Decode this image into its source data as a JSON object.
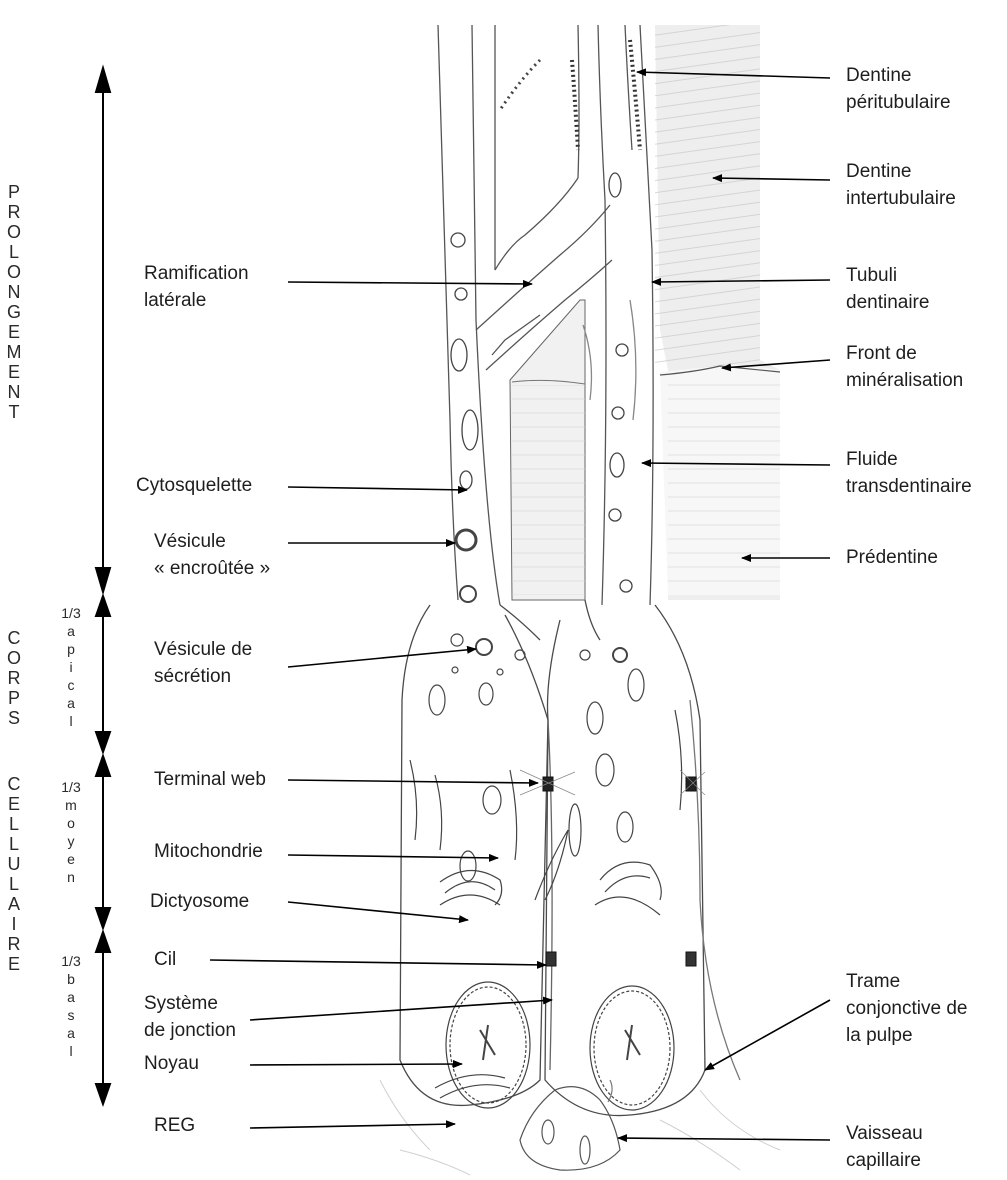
{
  "sections": {
    "prolongement": [
      "P",
      "R",
      "O",
      "L",
      "O",
      "N",
      "G",
      "E",
      "M",
      "E",
      "N",
      "T"
    ],
    "corps": [
      "C",
      "O",
      "R",
      "P",
      "S"
    ],
    "cellulaire": [
      "C",
      "E",
      "L",
      "L",
      "U",
      "L",
      "A",
      "I",
      "R",
      "E"
    ]
  },
  "thirds": {
    "apical": [
      "1/3",
      "a",
      "p",
      "i",
      "c",
      "a",
      "l"
    ],
    "moyen": [
      "1/3",
      "m",
      "o",
      "y",
      "e",
      "n"
    ],
    "basal": [
      "1/3",
      "b",
      "a",
      "s",
      "a",
      "l"
    ]
  },
  "labels_left": {
    "ramification": [
      "Ramification",
      "latérale"
    ],
    "cytosquelette": [
      "Cytosquelette"
    ],
    "vesicule_encroutee": [
      "Vésicule",
      "« encroûtée »"
    ],
    "vesicule_secretion": [
      "Vésicule de",
      "sécrétion"
    ],
    "terminal_web": [
      "Terminal web"
    ],
    "mitochondrie": [
      "Mitochondrie"
    ],
    "dictyosome": [
      "Dictyosome"
    ],
    "cil": [
      "Cil"
    ],
    "systeme_jonction": [
      "Système",
      "de jonction"
    ],
    "noyau": [
      "Noyau"
    ],
    "reg": [
      "REG"
    ]
  },
  "labels_right": {
    "dentine_peritubulaire": [
      "Dentine",
      "péritubulaire"
    ],
    "dentine_intertubulaire": [
      "Dentine",
      "intertubulaire"
    ],
    "tubuli": [
      "Tubuli",
      "dentinaire"
    ],
    "front": [
      "Front de",
      "minéralisation"
    ],
    "fluide": [
      "Fluide",
      "transdentinaire"
    ],
    "predentine": [
      "Prédentine"
    ],
    "trame": [
      "Trame",
      "conjonctive de",
      "la pulpe"
    ],
    "vaisseau": [
      "Vaisseau",
      "capillaire"
    ]
  }
}
